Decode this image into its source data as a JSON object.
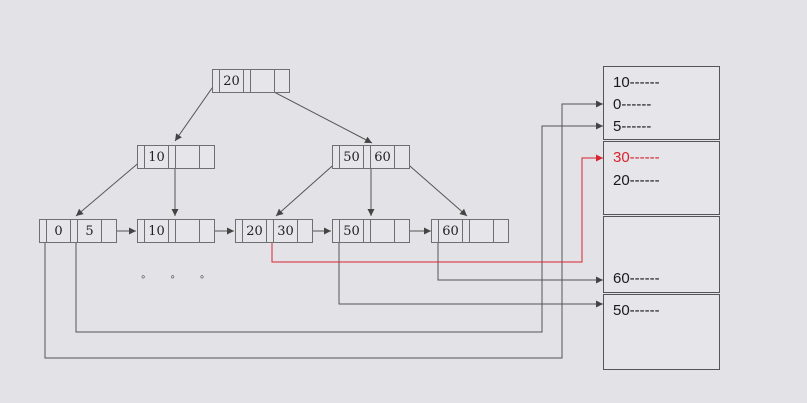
{
  "tree": {
    "root": {
      "keys": [
        "20",
        ""
      ]
    },
    "internal_left": {
      "keys": [
        "10",
        ""
      ]
    },
    "internal_right": {
      "keys": [
        "50",
        "60"
      ]
    },
    "leaves": [
      {
        "keys": [
          "0",
          "5"
        ]
      },
      {
        "keys": [
          "10",
          ""
        ]
      },
      {
        "keys": [
          "20",
          "30"
        ]
      },
      {
        "keys": [
          "50",
          ""
        ]
      },
      {
        "keys": [
          "60",
          ""
        ]
      }
    ],
    "ellipsis": "∘ ∘ ∘"
  },
  "pages": [
    {
      "records": [
        "10------",
        "0------",
        "5------"
      ]
    },
    {
      "records": [
        "30------",
        "20------"
      ],
      "highlighted": "30------"
    },
    {
      "records": [
        "60------"
      ]
    },
    {
      "records": [
        "50------"
      ]
    }
  ],
  "colors": {
    "background": "#e3e2e7",
    "line": "#555555",
    "highlight": "#d8242f"
  }
}
